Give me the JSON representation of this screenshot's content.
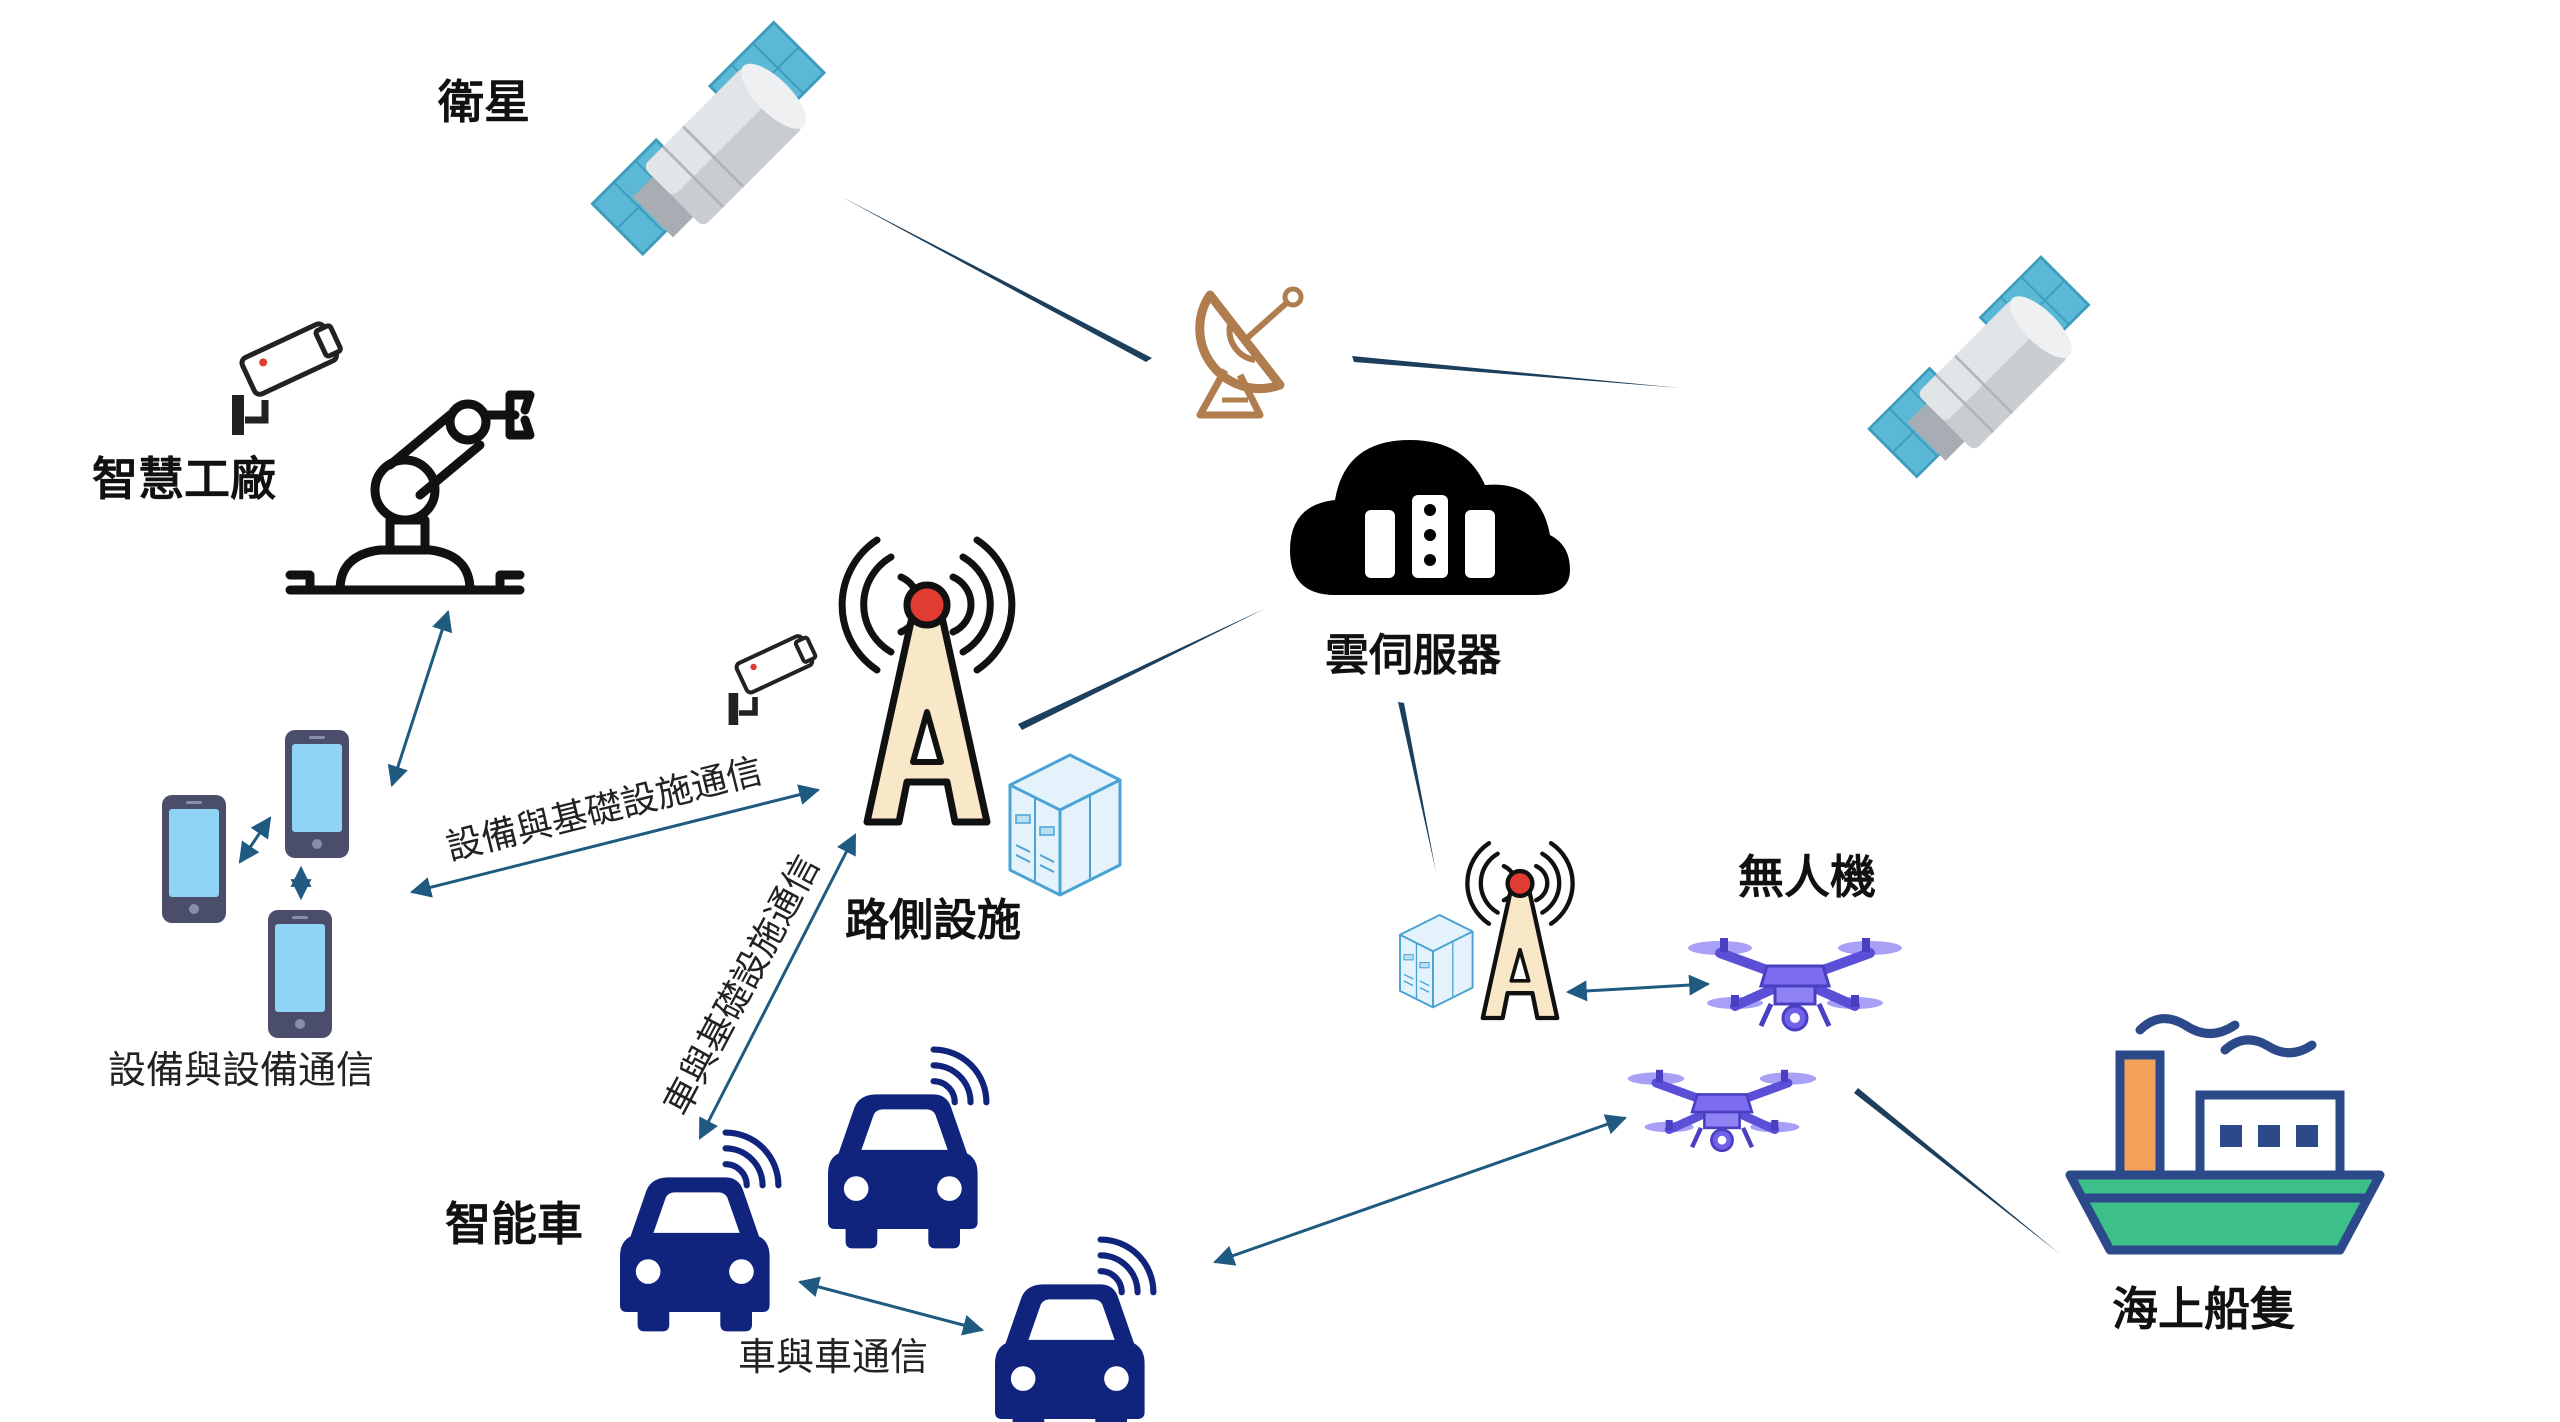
{
  "labels": {
    "satellite": "衛星",
    "smart_factory": "智慧工廠",
    "cloud_server": "雲伺服器",
    "roadside": "路側設施",
    "drone": "無人機",
    "smart_car": "智能車",
    "ship": "海上船隻",
    "d2d": "設備與設備通信",
    "d2i": "設備與基礎設施通信",
    "v2i": "車與基礎設施通信",
    "v2v": "車與車通信"
  },
  "colors": {
    "link_dark": "#1b3f5c",
    "arrow": "#1f5a80",
    "car": "#10237d",
    "phone_body": "#4a4e6b",
    "phone_screen": "#8fd4f5",
    "panel": "#5bb8d6",
    "dish": "#b07d4f",
    "tower_red": "#e03c31",
    "tower_fill": "#f8e8c8",
    "drone": "#7b6cf0",
    "ship_hull": "#2c4a8a",
    "ship_green": "#3dbf8a",
    "ship_orange": "#f5a15a"
  }
}
